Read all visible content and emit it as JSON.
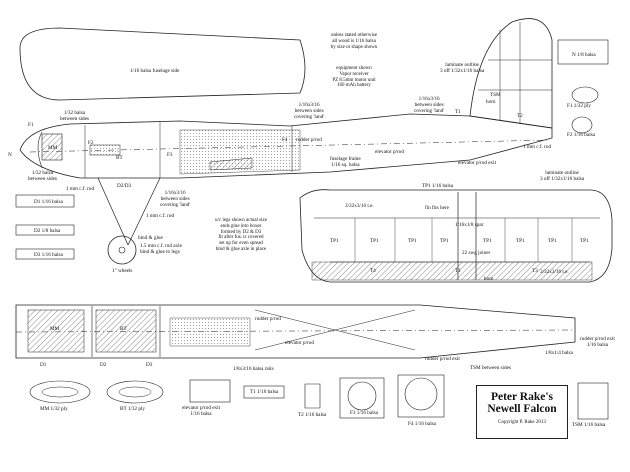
{
  "fuselage_side_label": "1/16 balsa fuselage side",
  "notes": {
    "balsa_note": [
      "unless stated otherwise",
      "all wood is 1/16 balsa",
      "by size or shape shown"
    ],
    "equipment": [
      "equipment shown",
      "Vapor receiver",
      "PZ 8.5mm motor unit",
      "160 mAh battery"
    ],
    "legs_note": [
      "u/c legs shown actual size",
      "ends glue into boxes",
      "formed by D2 & D3",
      "fit after fus. is covered",
      "set up for even spread",
      "bind & glue axle in place"
    ]
  },
  "top_view_labels": {
    "n": "N",
    "f1": "F1",
    "mm": "MM",
    "f2": "F2",
    "bt": "BT",
    "d2_d3": "D2/D3",
    "f3": "F3",
    "f4": "F4",
    "t1": "T1",
    "t2": "T2",
    "tsm": "TSM",
    "horn": "horn",
    "balsa_1_32": [
      "1/32 balsa",
      "between sides"
    ],
    "balsa_1_32b": [
      "1/32 balsa",
      "between sides"
    ],
    "rod_1mm": "1 mm c.f. rod",
    "rod_1mm_b": "1 mm c.f. rod",
    "rod_1mm_c": "1 mm c.f. rod",
    "balsa_316a": [
      "1/16x3/16",
      "between sides",
      "covering 'land'"
    ],
    "balsa_316b": [
      "1/16x3/16",
      "between sides",
      "covering 'land'"
    ],
    "balsa_316c": [
      "1/16x3/16",
      "between sides",
      "covering 'land'"
    ],
    "rudder_pivot": "rudder p/rod",
    "elevator_pivot": "elevator p/rod",
    "fuselage_frame": [
      "fuselage frame",
      "1/16 sq. balsa"
    ],
    "elevator_exit": "elevator p/rod exit",
    "laminate_outline": [
      "laminate outline",
      "3 off 1/32x1/16 balsa"
    ],
    "bind_glue": "bind & glue",
    "axle": [
      "1.5 mm c.f. rod axle",
      "bind & glue to legs"
    ],
    "wheels": "1\" wheels"
  },
  "left_parts": {
    "d1": "D1 1/16 balsa",
    "d2": "D2 1/8 balsa",
    "d3": "D3 1/16 balsa"
  },
  "right_parts": {
    "n": "N 1/8 balsa",
    "f1": "F1 1/32 ply",
    "f2": "F2 1/16 balsa"
  },
  "tail_plane": {
    "tp1_label": "TP1 1/16 balsa",
    "laminate": [
      "laminate outline",
      "3 off 1/32x1/16 balsa"
    ],
    "te": "3/32x3/16 t.e.",
    "te2": "3/32x3/16 t.e.",
    "fin_here": "fin fits here",
    "spar": "1/16x1/8 spar",
    "joiner": "22 swg joiner",
    "t4": "T4",
    "t1": "T1",
    "t3": "T3",
    "horn": "horn",
    "tp1": "TP1"
  },
  "plan_view": {
    "mm": "MM",
    "bt": "BT",
    "d1": "D1",
    "d2": "D2",
    "d3": "D3",
    "rudder_pivot": "rudder p/rod",
    "elevator_pivot": "elevator p/rod",
    "rails": "1/8x3/16 balsa rails",
    "rudder_exit": "rudder p/rod exit",
    "tsm_between": "TSM between sides",
    "balsa_1_8x1_4": "1/8x1/4 balsa",
    "rudder_exit_r": [
      "rudder p/rod exit",
      "1/16 balsa"
    ]
  },
  "bottom_parts": {
    "mm": "MM 1/32 ply",
    "bt": "BT 1/32 ply",
    "elev_exit": [
      "elevator p/rod exit",
      "1/16 balsa"
    ],
    "t1": "T1 1/16 balsa",
    "t2": "T2 1/16 balsa",
    "f3": "F3 1/16 balsa",
    "f4": "F4 1/16 balsa",
    "tsm": "TSM 1/16 balsa"
  },
  "title": {
    "line1": "Peter Rake's",
    "line2": "Newell Falcon",
    "copyright": "Copyright P. Rake 2013"
  }
}
